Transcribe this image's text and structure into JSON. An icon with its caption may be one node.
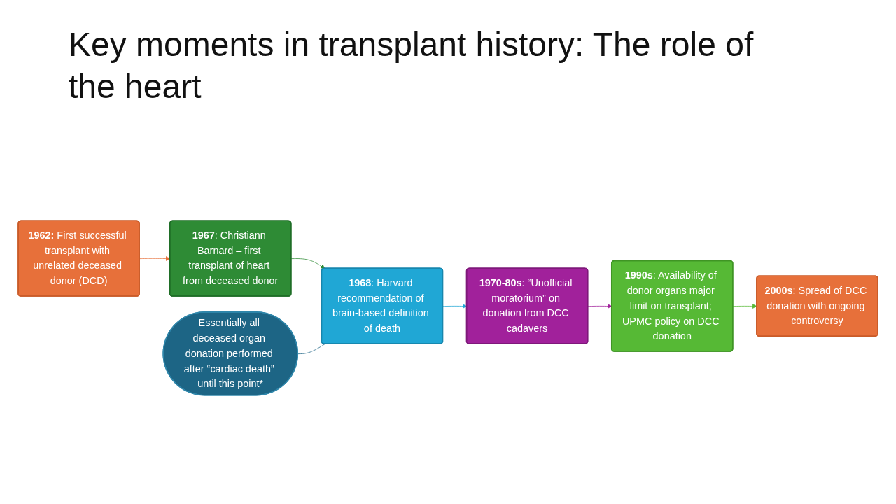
{
  "diagram": {
    "title": "Key moments in transplant history: The role of the heart",
    "nodes": [
      {
        "text": [
          "**1962:** First successful transplant with unrelated deceased donor (DCD)"
        ]
      },
      {
        "text": [
          "**1967**: Christiann Barnard – first transplant of heart from deceased donor"
        ]
      },
      {
        "text": [
          "**1968**: Harvard recommendation of brain-based definition of death"
        ]
      },
      {
        "text": [
          "Essentially all deceased organ donation performed after “cardiac death” until this point*"
        ]
      },
      {
        "text": [
          "**1970-80s**: “Unofficial moratorium” on donation from DCC cadavers"
        ]
      },
      {
        "text": [
          "**1990s**: Availability of donor organs major limit on transplant; UPMC policy on DCC donation"
        ]
      },
      {
        "text": [
          "**2000s**: Spread of DCC donation with ongoing controversy"
        ]
      }
    ],
    "edges": [
      {
        "from": 0,
        "to": 1,
        "arrow": "to",
        "color": "#e7703a"
      },
      {
        "from": 1,
        "to": 2,
        "arrow": "to",
        "color": "#2e8b35"
      },
      {
        "from": 2,
        "to": 4,
        "arrow": "to",
        "color": "#20a7d5"
      },
      {
        "from": 4,
        "to": 5,
        "arrow": "to",
        "color": "#a1219b"
      },
      {
        "from": 5,
        "to": 6,
        "arrow": "to",
        "color": "#56b935"
      },
      {
        "from": 3,
        "to": 2,
        "arrow": "none",
        "color": "#1d6585"
      }
    ]
  }
}
